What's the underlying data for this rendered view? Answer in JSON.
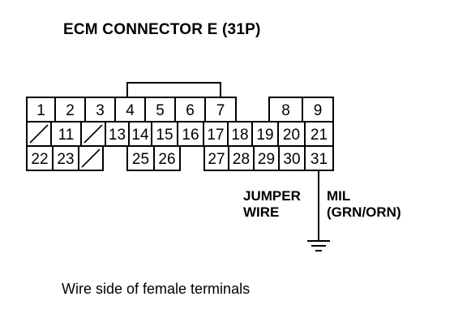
{
  "title": "ECM CONNECTOR E (31P)",
  "caption": "Wire side of female terminals",
  "rows": [
    [
      "1",
      "2",
      "3",
      "4",
      "5",
      "6",
      "7",
      "",
      "8",
      "9"
    ],
    [
      "",
      "11",
      "",
      "13",
      "14",
      "15",
      "16",
      "17",
      "18",
      "19",
      "20",
      "21"
    ],
    [
      "22",
      "23",
      "",
      "",
      "25",
      "26",
      "",
      "27",
      "28",
      "29",
      "30",
      "31"
    ]
  ],
  "labels": {
    "jumper_line1": "JUMPER",
    "jumper_line2": "WIRE",
    "mil_line1": "MIL",
    "mil_line2": "(GRN/ORN)"
  },
  "colors": {
    "line": "#000000",
    "background": "#ffffff"
  }
}
